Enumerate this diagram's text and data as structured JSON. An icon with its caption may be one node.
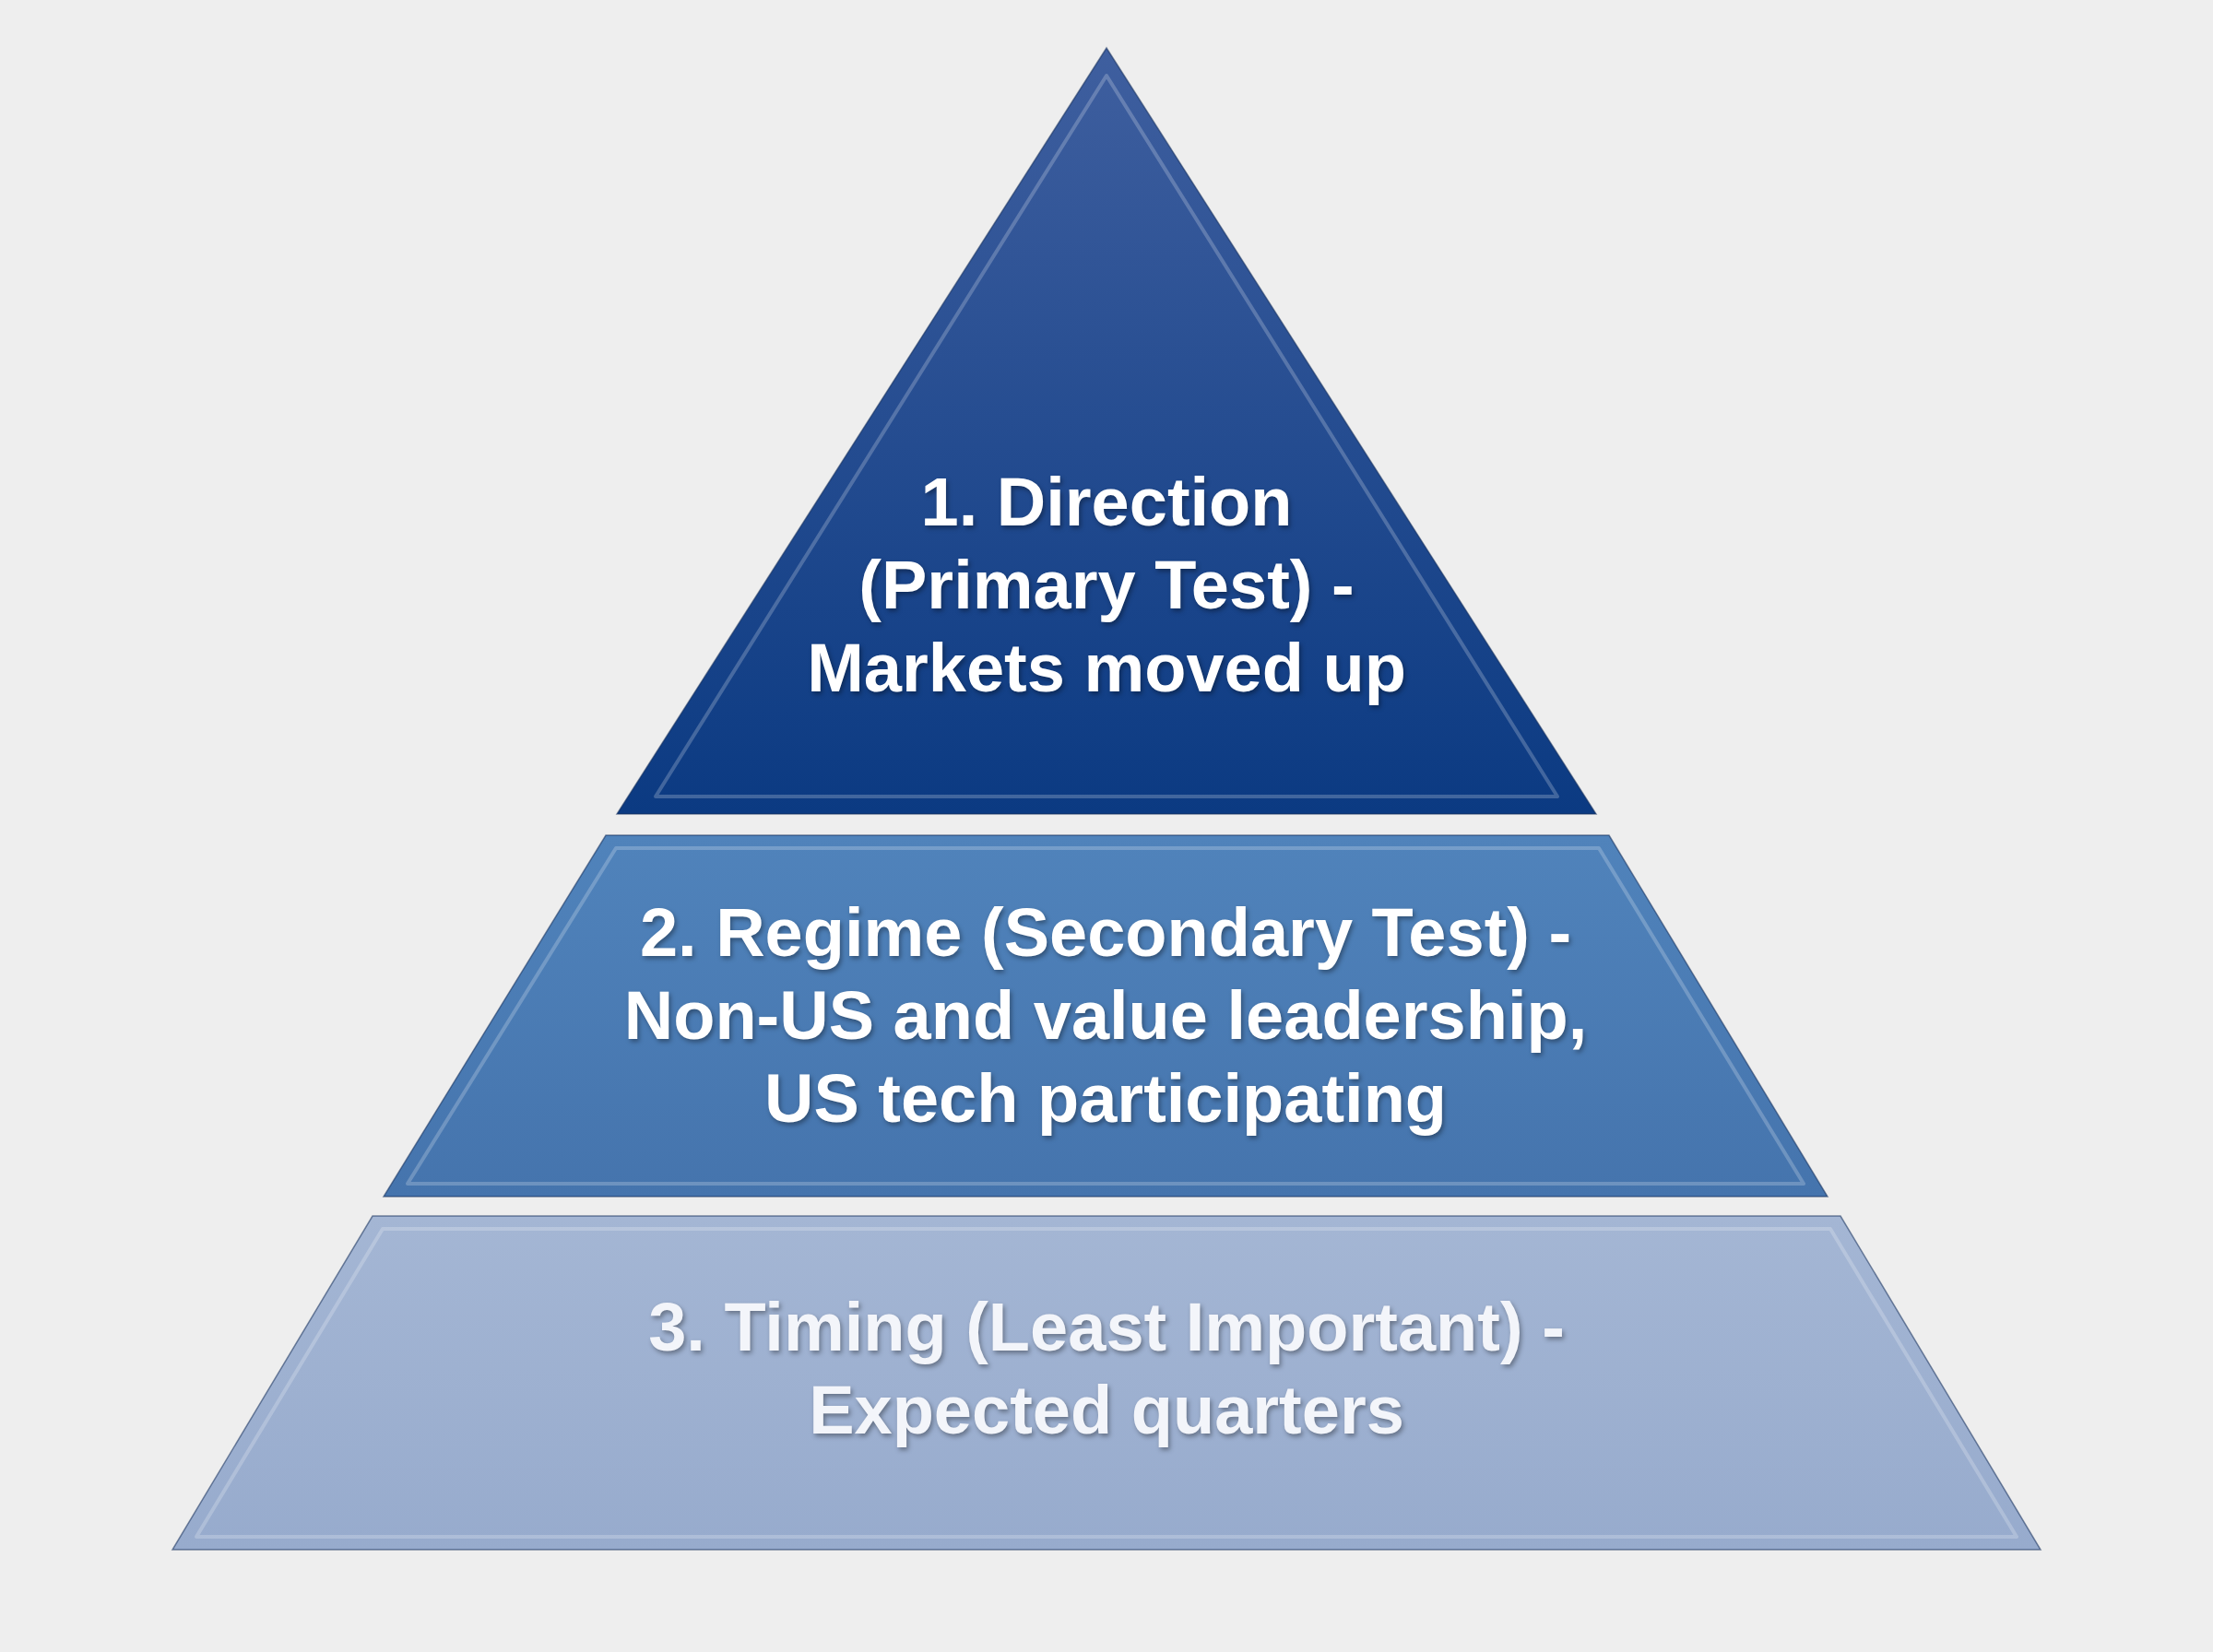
{
  "diagram": {
    "nodes": [
      {
        "text": [
          "1. Direction (Primary Test) - Markets moved up"
        ]
      },
      {
        "text": [
          "2. Regime (Secondary Test) - Non-US and value leadership, US tech participating"
        ]
      },
      {
        "text": [
          "3. Timing (Least Important) - Expected quarters"
        ]
      }
    ]
  }
}
